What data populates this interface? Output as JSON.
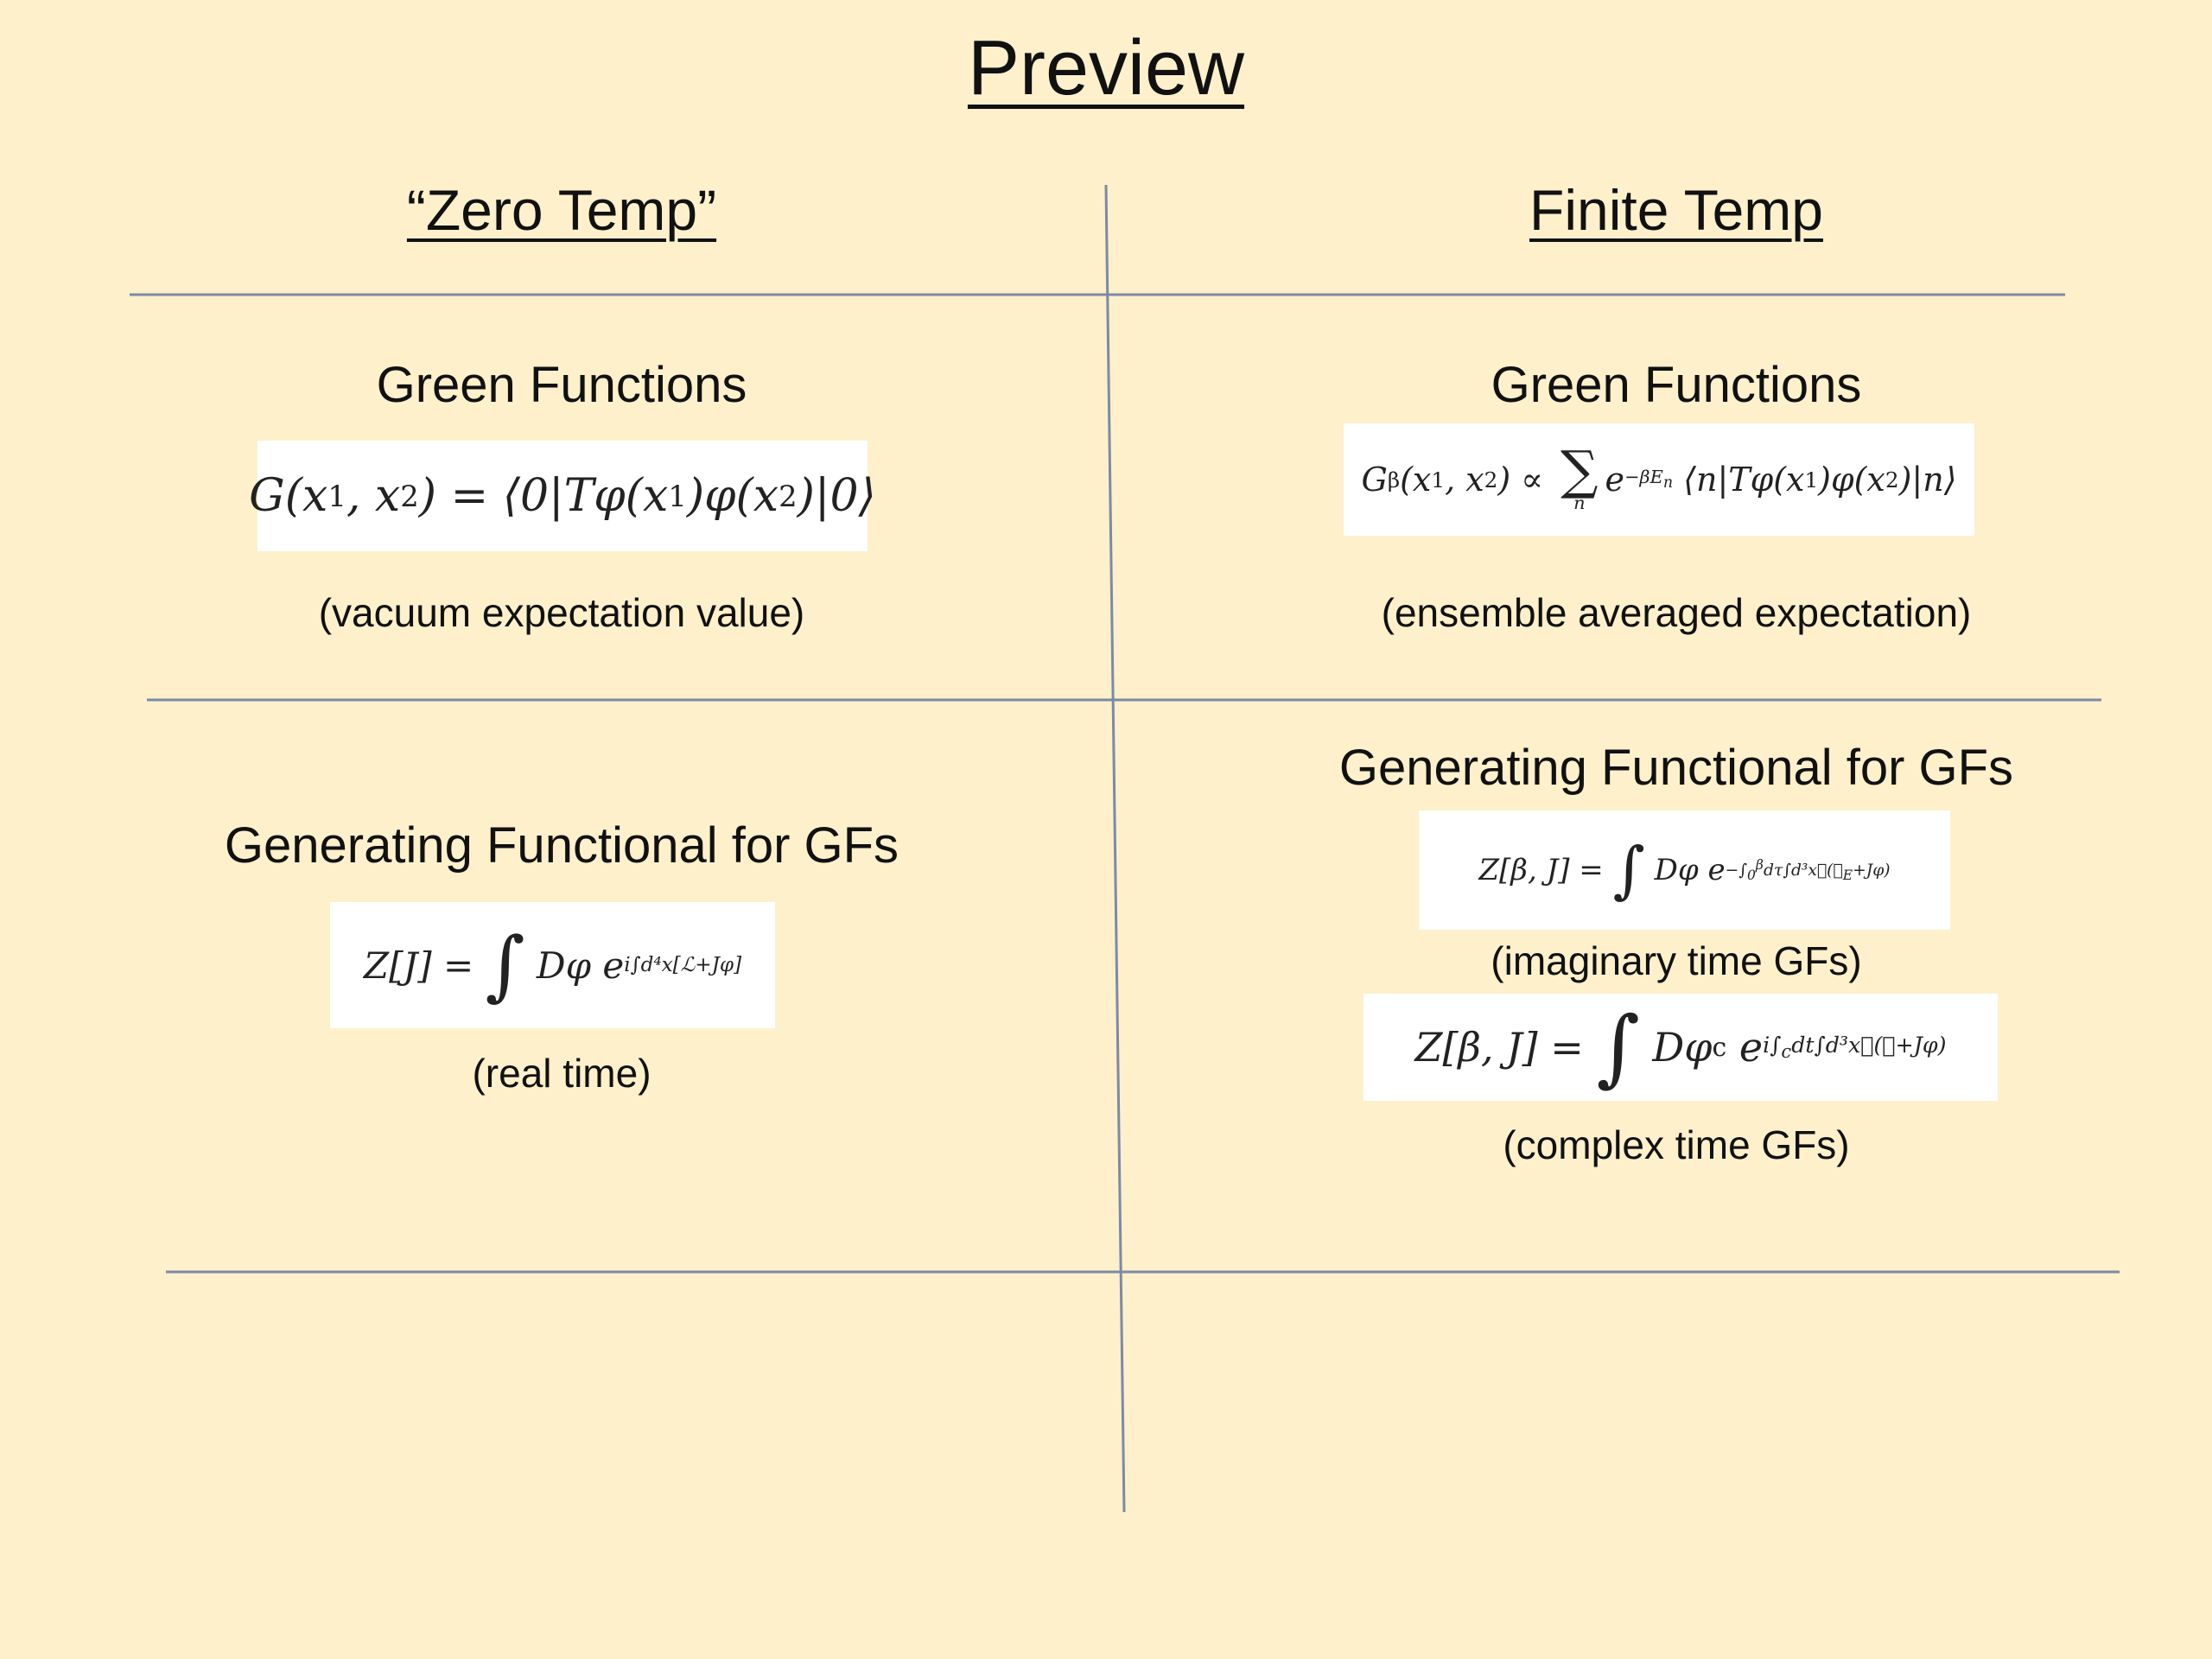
{
  "slide": {
    "title": "Preview",
    "left_heading": "“Zero Temp”",
    "right_heading": "Finite Temp"
  },
  "row1": {
    "left_label": "Green Functions",
    "left_caption": "(vacuum expectation value)",
    "right_label": "Green Functions",
    "right_caption": "(ensemble averaged expectation)"
  },
  "row2": {
    "left_label": "Generating Functional for GFs",
    "left_caption": "(real time)",
    "right_label": "Generating Functional for GFs",
    "right_caption_1": "(imaginary time GFs)",
    "right_caption_2": "(complex time GFs)"
  },
  "colors": {
    "background": "#fdf0cb",
    "grid_line": "#7b8aa6",
    "formula_box": "#ffffff"
  }
}
